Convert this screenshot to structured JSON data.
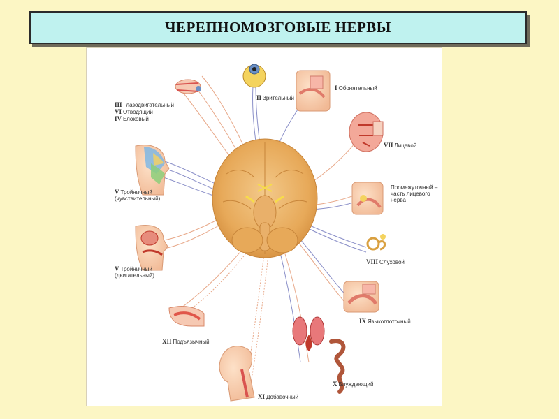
{
  "title": "ЧЕРЕПНОМОЗГОВЫЕ НЕРВЫ",
  "labels": {
    "n1": {
      "num": "I",
      "name": "Обонятельный"
    },
    "n2": {
      "num": "II",
      "name": "Зрительный"
    },
    "n3": {
      "num": "III",
      "name": "Глазодвигательный"
    },
    "n6": {
      "num": "VI",
      "name": "Отводящий"
    },
    "n4": {
      "num": "IV",
      "name": "Блоковый"
    },
    "n7": {
      "num": "VII",
      "name": "Лицевой"
    },
    "n5s": {
      "num": "V",
      "name": "Тройничный",
      "sub": "(чувствительный)"
    },
    "intermediate": {
      "line1": "Промежуточный –",
      "line2": "часть лицевого",
      "line3": "нерва"
    },
    "n5m": {
      "num": "V",
      "name": "Тройничный",
      "sub": "(двигательный)"
    },
    "n8": {
      "num": "VIII",
      "name": "Слуховой"
    },
    "n9": {
      "num": "IX",
      "name": "Языкоглоточный"
    },
    "n12": {
      "num": "XII",
      "name": "Подъязычный"
    },
    "n10": {
      "num": "X",
      "name": "Блуждающий"
    },
    "n11": {
      "num": "XI",
      "name": "Добавочный"
    }
  }
}
